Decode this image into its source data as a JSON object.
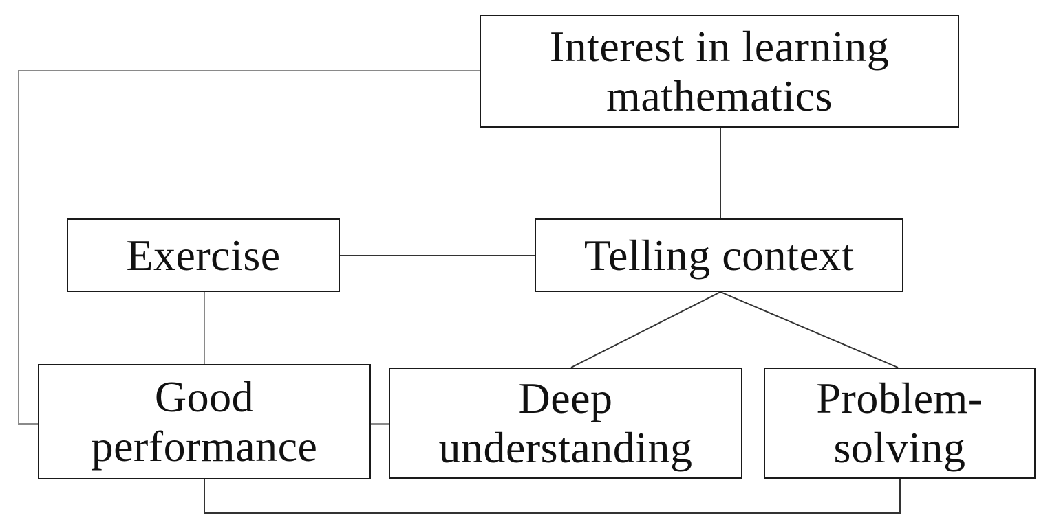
{
  "nodes": {
    "interest": {
      "line1": "Interest in learning",
      "line2": "mathematics"
    },
    "exercise": {
      "label": "Exercise"
    },
    "telling": {
      "label": "Telling context"
    },
    "good": {
      "line1": "Good",
      "line2": "performance"
    },
    "deep": {
      "line1": "Deep",
      "line2": "understanding"
    },
    "problem": {
      "line1": "Problem-",
      "line2": "solving"
    }
  },
  "connections": [
    {
      "from": "interest",
      "to": "telling"
    },
    {
      "from": "interest",
      "to": "good"
    },
    {
      "from": "exercise",
      "to": "telling"
    },
    {
      "from": "exercise",
      "to": "good"
    },
    {
      "from": "good",
      "to": "deep"
    },
    {
      "from": "telling",
      "to": "deep"
    },
    {
      "from": "telling",
      "to": "problem"
    },
    {
      "from": "good",
      "to": "problem"
    }
  ],
  "colors": {
    "box_border": "#1a1a1a",
    "connector_dark": "#333333",
    "connector_light": "#8a8a8a",
    "text": "#111111",
    "background": "#ffffff"
  }
}
